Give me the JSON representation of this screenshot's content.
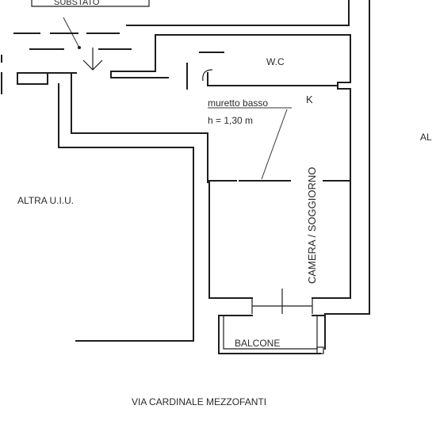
{
  "plan": {
    "labels": {
      "top_clipped": "SUBSTATO",
      "wc": "W.C",
      "k": "K",
      "murette": "muretto basso",
      "murette_height": "h = 1,30 m",
      "camera": "CAMERA / SOGGIORNO",
      "altra_left": "ALTRA U.I.U.",
      "altra_right": "AL",
      "balcone": "BALCONE",
      "street": "VIA CARDINALE MEZZOFANTI"
    },
    "colors": {
      "line": "#1e1e1e",
      "text": "#2a2a2a",
      "background": "#ffffff"
    }
  }
}
